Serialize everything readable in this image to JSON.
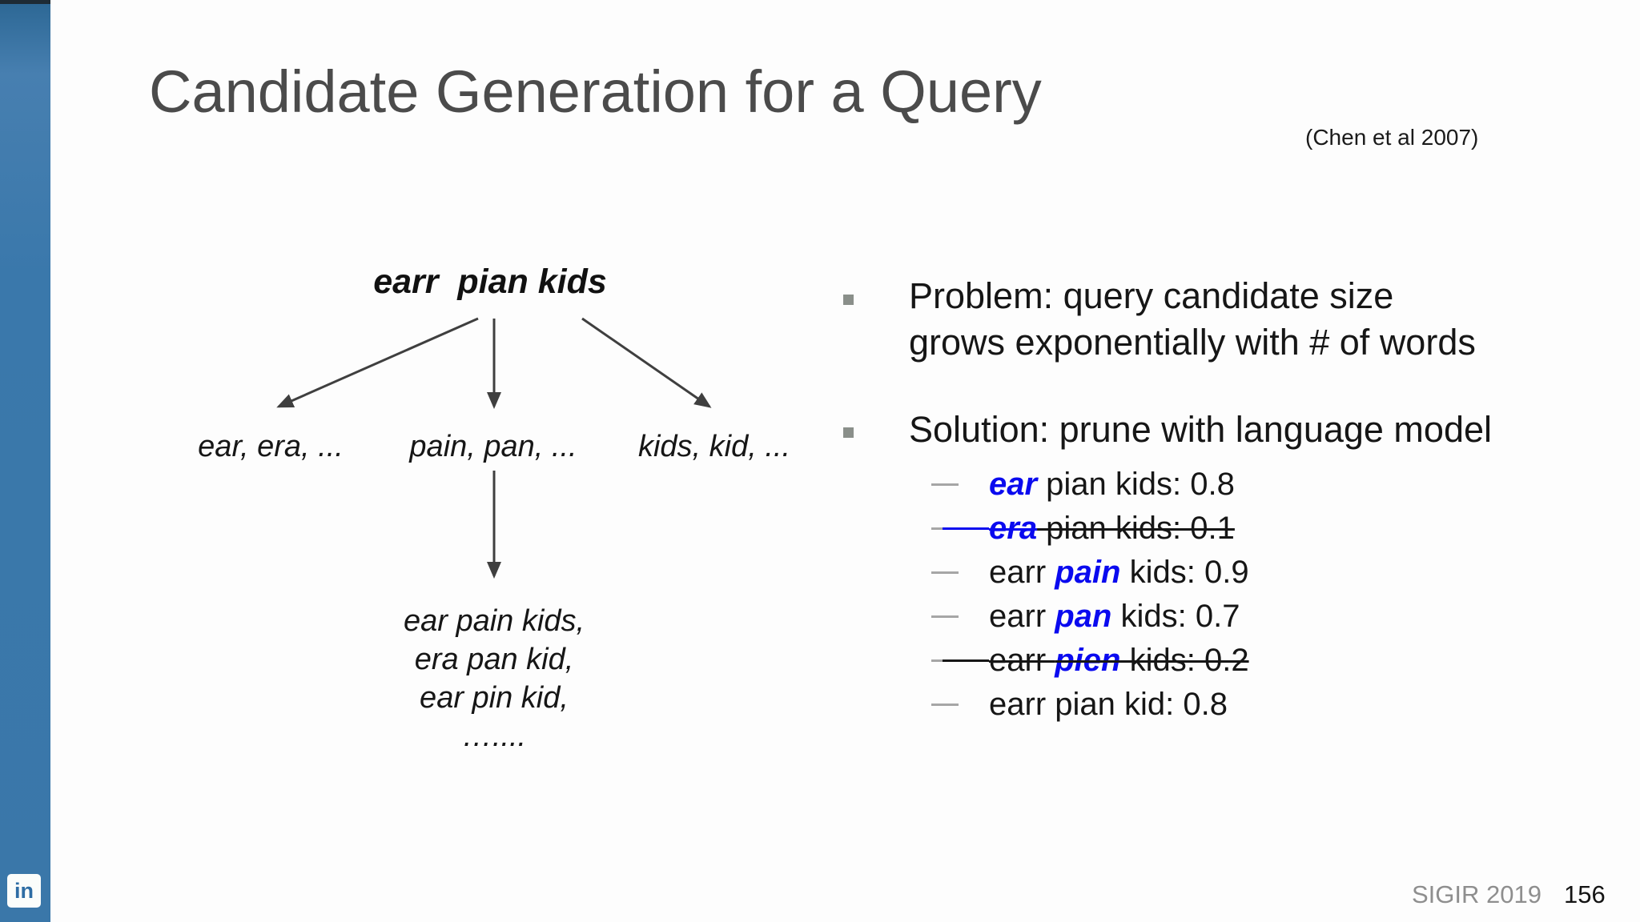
{
  "slide": {
    "title": "Candidate Generation for a Query",
    "citation": "(Chen et al 2007)",
    "footer": {
      "conference": "SIGIR 2019",
      "page": "156"
    }
  },
  "tree": {
    "root": "earr  pian kids",
    "children": [
      "ear, era, ...",
      "pain, pan, ...",
      "kids, kid, ..."
    ],
    "expansion": [
      "ear pain kids,",
      "era pan kid,",
      "ear pin kid,",
      "…...."
    ]
  },
  "bullets": [
    {
      "lines": [
        "Problem: query candidate size",
        "grows exponentially with # of words"
      ]
    },
    {
      "lines": [
        "Solution: prune with language model"
      ]
    }
  ],
  "candidates": [
    {
      "struck": false,
      "segments": [
        {
          "text": "ear",
          "blue": true
        },
        {
          "text": " pian kids: 0.8"
        }
      ]
    },
    {
      "struck": true,
      "strike_lead_color": "blue",
      "strike_color": "segment",
      "segments": [
        {
          "text": "era",
          "blue": true
        },
        {
          "text": " pian kids: 0.1"
        }
      ]
    },
    {
      "struck": false,
      "segments": [
        {
          "text": "earr "
        },
        {
          "text": "pain",
          "blue": true
        },
        {
          "text": " kids: 0.9"
        }
      ]
    },
    {
      "struck": false,
      "segments": [
        {
          "text": "earr "
        },
        {
          "text": "pan",
          "blue": true
        },
        {
          "text": " kids: 0.7"
        }
      ]
    },
    {
      "struck": true,
      "strike_lead_color": "black",
      "strike_color": "black",
      "segments": [
        {
          "text": "earr "
        },
        {
          "text": "pien",
          "blue": true
        },
        {
          "text": " kids: 0.2"
        }
      ]
    },
    {
      "struck": false,
      "segments": [
        {
          "text": "earr pian kid: 0.8"
        }
      ]
    }
  ],
  "colors": {
    "accent_blue": "#0a0aef",
    "text_black": "#161616",
    "bar_blue": "#3a77a9",
    "title_gray": "#4b4b4b",
    "square_bullet_gray": "#8a8f8a",
    "dash_gray": "#a6a6a6",
    "footer_gray": "#8e8e8e"
  },
  "icons": {
    "linkedin_label": "in"
  }
}
